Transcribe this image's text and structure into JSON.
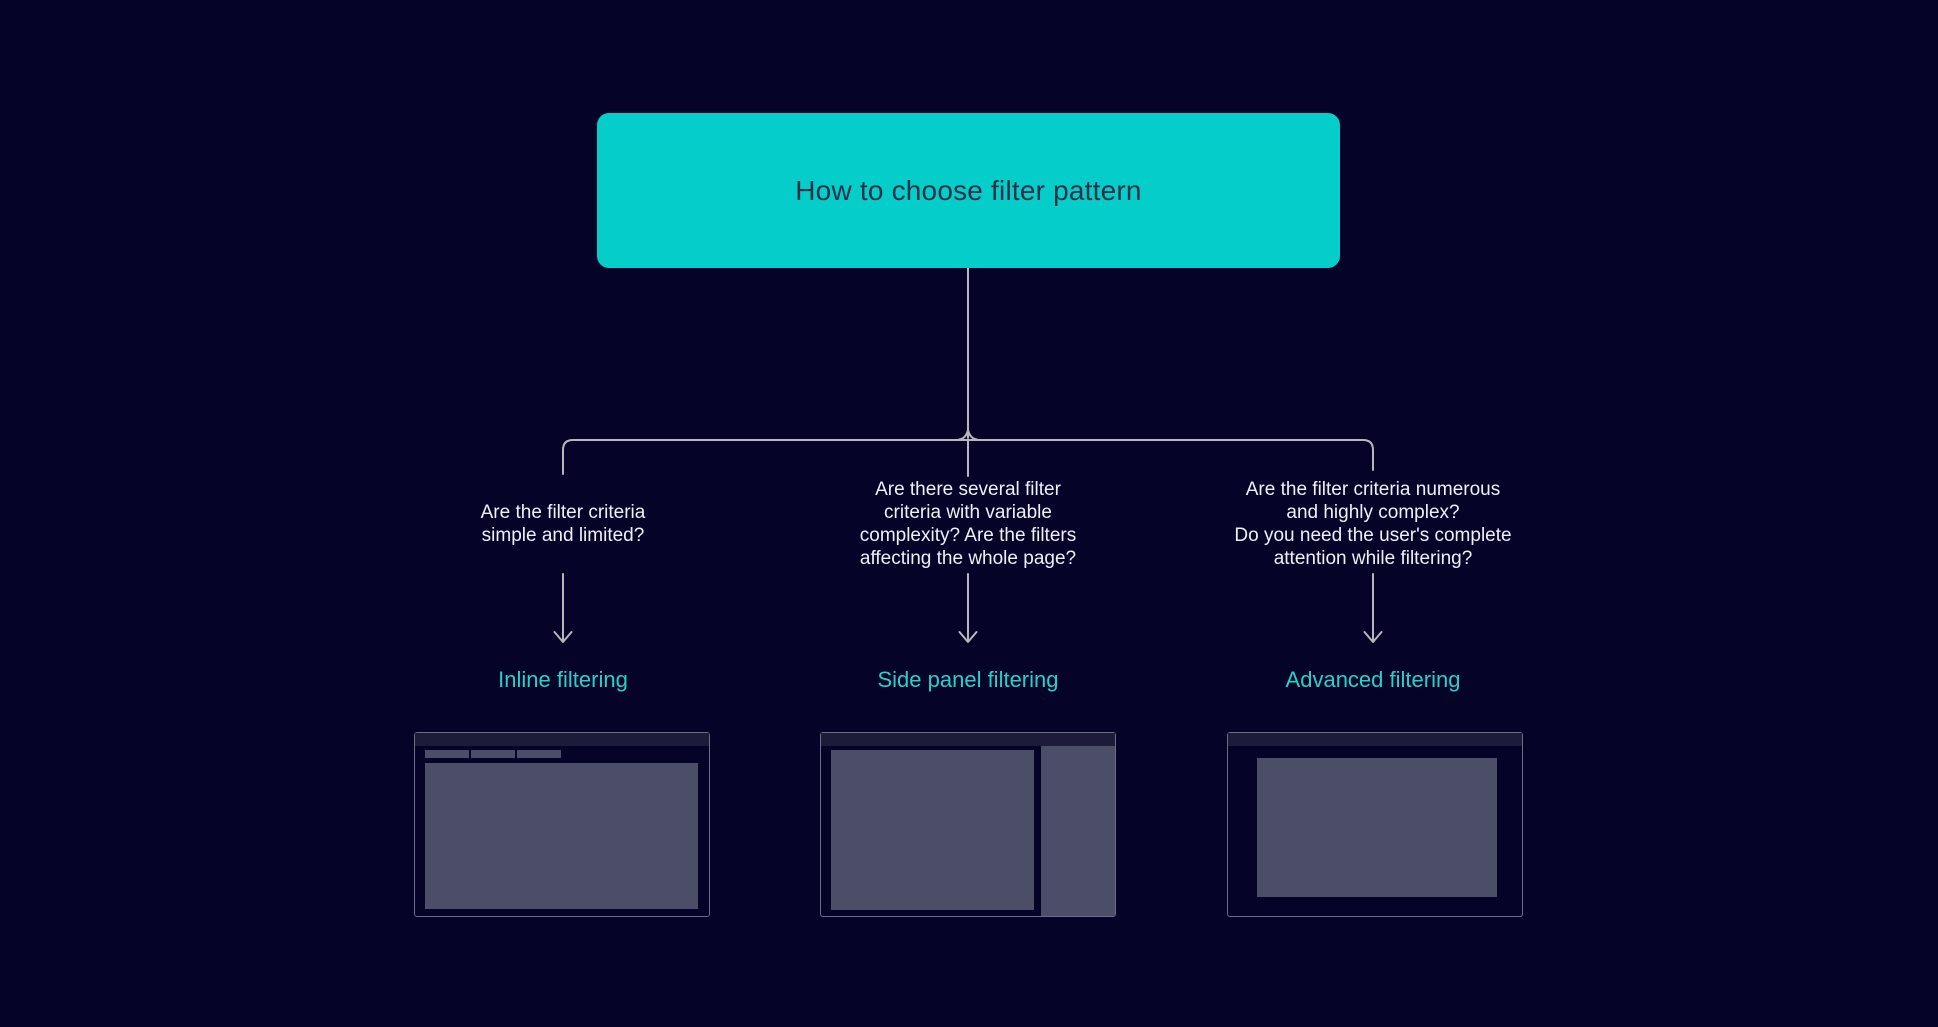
{
  "diagram": {
    "title": "How to choose filter pattern",
    "branches": [
      {
        "question": "Are the filter criteria\nsimple and limited?",
        "label": "Inline filtering",
        "wireframe": "toolbar-with-filter-chips-above-content"
      },
      {
        "question": "Are there several filter\ncriteria with variable\ncomplexity? Are the filters\naffecting the whole page?",
        "label": "Side panel filtering",
        "wireframe": "content-with-right-side-panel"
      },
      {
        "question": "Are the filter criteria numerous\nand highly complex?\nDo you need the user's complete\nattention while filtering?",
        "label": "Advanced filtering",
        "wireframe": "centered-modal-overlay"
      }
    ],
    "icons": {
      "branch_arrow": "arrow-down"
    },
    "colors": {
      "background": "#050328",
      "root_fill": "#04cdca",
      "root_text": "#2b3247",
      "question_text": "#eef0f6",
      "label_text": "#24d2cb",
      "connector": "#b8b6bd",
      "wireframe_border": "#6d6d87",
      "wireframe_header": "#1c1b3a",
      "wireframe_block": "#4c4d67"
    }
  }
}
